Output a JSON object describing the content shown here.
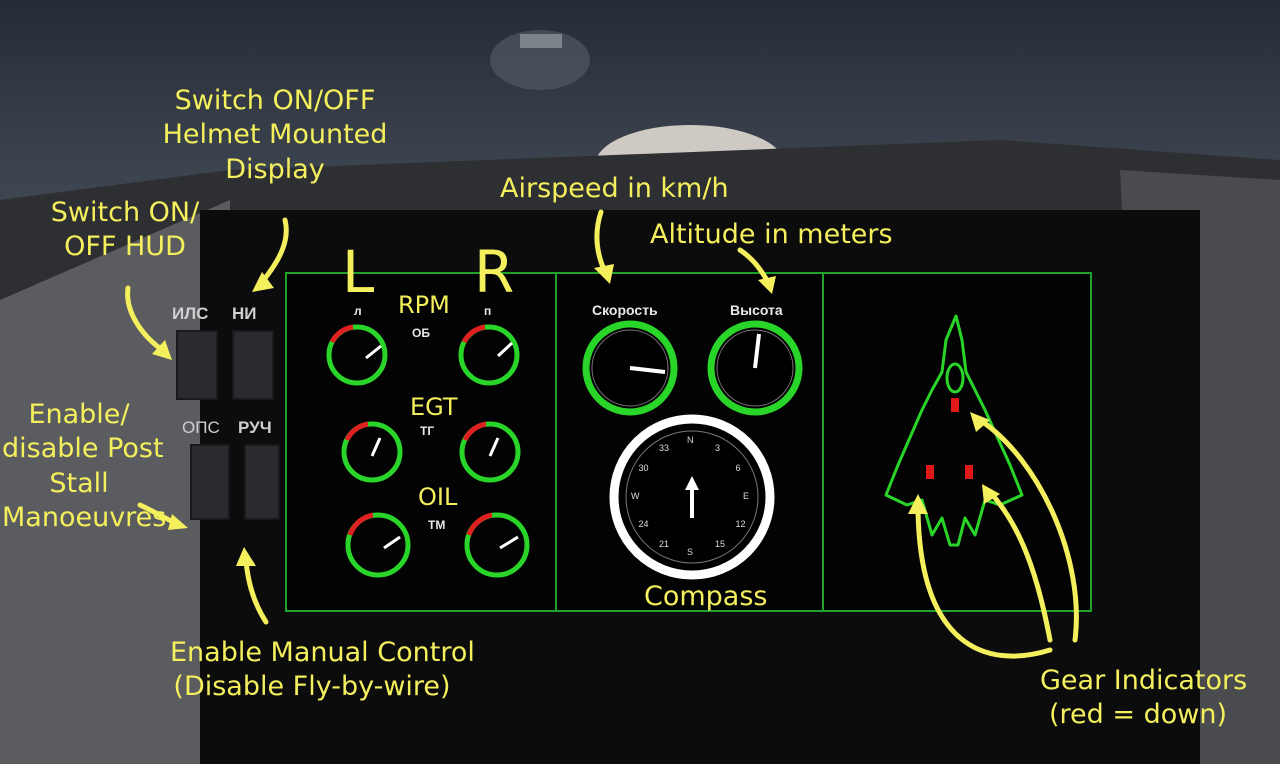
{
  "switches": {
    "ils": "ИЛС",
    "ni": "НИ",
    "ops": "ОПС",
    "ruch": "РУЧ"
  },
  "engine_panel": {
    "left_big": "L",
    "right_big": "R",
    "left_small": "л",
    "right_small": "п",
    "rpm": "RPM",
    "rpm_ru": "ОБ",
    "egt": "EGT",
    "egt_ru": "ТГ",
    "oil": "OIL",
    "oil_ru": "ТМ"
  },
  "flight_panel": {
    "airspeed_label": "Скорость",
    "altitude_label": "Высота",
    "compass_label": "Compass",
    "compass_marks": [
      "N",
      "3",
      "6",
      "E",
      "12",
      "15",
      "S",
      "21",
      "24",
      "W",
      "30",
      "33"
    ]
  },
  "annotations": {
    "hmd": [
      "Switch ON/OFF",
      "Helmet Mounted",
      "Display"
    ],
    "hud": [
      "Switch ON/",
      "OFF HUD"
    ],
    "post_stall": [
      "Enable/",
      "disable Post",
      "Stall",
      "Manoeuvres"
    ],
    "manual": [
      "Enable Manual Control",
      "(Disable Fly-by-wire)"
    ],
    "airspeed": "Airspeed in km/h",
    "altitude": "Altitude in meters",
    "gear": [
      "Gear Indicators",
      "(red = down)"
    ]
  },
  "colors": {
    "annotation": "#f4ef5c",
    "panel_border": "#1fa12a",
    "gauge_green": "#2ad52a",
    "gauge_red": "#e02020",
    "gear_red": "#e01818"
  }
}
